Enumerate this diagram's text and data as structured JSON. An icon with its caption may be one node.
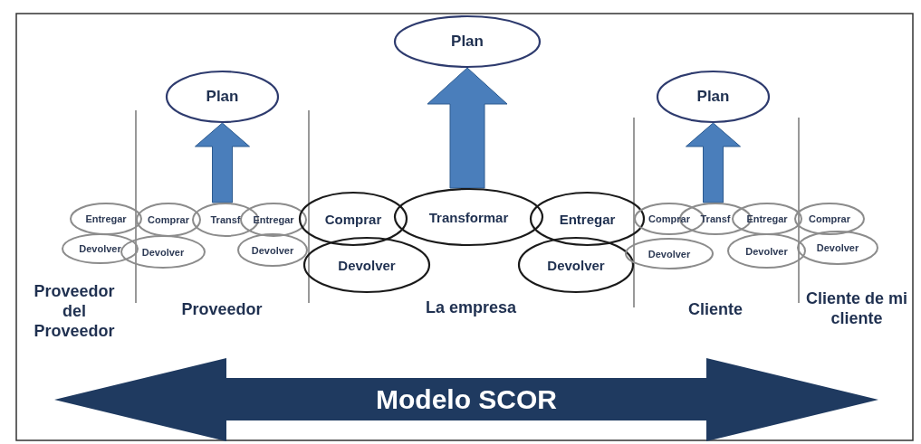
{
  "diagram": {
    "nodes": [
      {
        "text": [
          "Plan"
        ]
      },
      {
        "text": [
          "Plan"
        ]
      },
      {
        "text": [
          "Plan"
        ]
      },
      {
        "text": [
          "Entregar"
        ]
      },
      {
        "text": [
          "Comprar"
        ]
      },
      {
        "text": [
          "Transf"
        ]
      },
      {
        "text": [
          "Entregar"
        ]
      },
      {
        "text": [
          "Comprar"
        ]
      },
      {
        "text": [
          "Transformar"
        ]
      },
      {
        "text": [
          "Entregar"
        ]
      },
      {
        "text": [
          "Comprar"
        ]
      },
      {
        "text": [
          "Transf"
        ]
      },
      {
        "text": [
          "Entregar"
        ]
      },
      {
        "text": [
          "Comprar"
        ]
      },
      {
        "text": [
          "Devolver"
        ]
      },
      {
        "text": [
          "Devolver"
        ]
      },
      {
        "text": [
          "Devolver"
        ]
      },
      {
        "text": [
          "Devolver"
        ]
      },
      {
        "text": [
          "Devolver"
        ]
      },
      {
        "text": [
          "Devolver"
        ]
      },
      {
        "text": [
          "Devolver"
        ]
      },
      {
        "text": [
          "Devolver"
        ]
      },
      {
        "text": [
          "Modelo SCOR"
        ]
      }
    ],
    "edges": [
      {
        "from": 8,
        "to": 0,
        "arrow": "to",
        "style": "thick"
      },
      {
        "from": 5,
        "to": 1,
        "arrow": "to",
        "style": "thick"
      },
      {
        "from": 11,
        "to": 2,
        "arrow": "to",
        "style": "thick"
      }
    ],
    "labels": [
      "Proveedor del Proveedor",
      "Proveedor",
      "La empresa",
      "Cliente",
      "Cliente de mi cliente"
    ]
  }
}
